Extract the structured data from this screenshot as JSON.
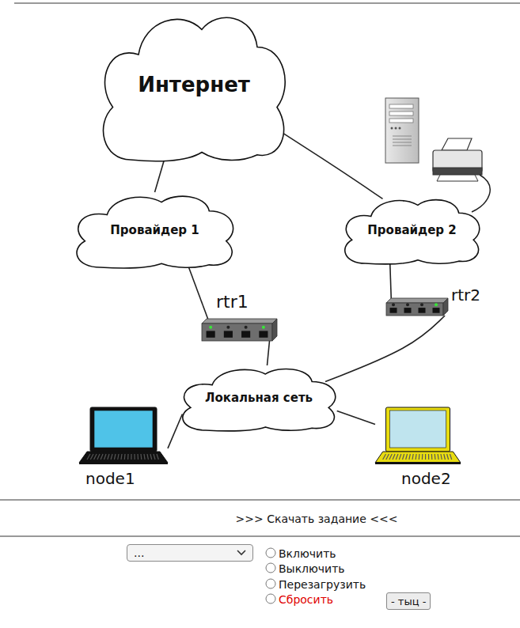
{
  "diagram": {
    "nodes": [
      {
        "text": [
          "Интернет"
        ]
      },
      {
        "text": [
          "Провайдер 1"
        ]
      },
      {
        "text": [
          "Провайдер 2"
        ]
      },
      {
        "text": [
          "rtr1"
        ]
      },
      {
        "text": [
          "rtr2"
        ]
      },
      {
        "text": [
          "Локальная сеть"
        ]
      },
      {
        "text": [
          "node1"
        ]
      },
      {
        "text": [
          "node2"
        ]
      }
    ],
    "edges": [
      {
        "from": 0,
        "to": 1,
        "arrow": "none"
      },
      {
        "from": 0,
        "to": 2,
        "arrow": "none"
      },
      {
        "from": 1,
        "to": 3,
        "arrow": "none"
      },
      {
        "from": 2,
        "to": 4,
        "arrow": "none"
      },
      {
        "from": 3,
        "to": 5,
        "arrow": "none"
      },
      {
        "from": 4,
        "to": 5,
        "arrow": "none"
      },
      {
        "from": 5,
        "to": 6,
        "arrow": "none"
      },
      {
        "from": 5,
        "to": 7,
        "arrow": "none"
      }
    ],
    "labels": [
      ">>> Скачать задание <<<",
      "...",
      "Включить",
      "Выключить",
      "Перезагрузить",
      "Сбросить",
      "- тыц -"
    ]
  }
}
